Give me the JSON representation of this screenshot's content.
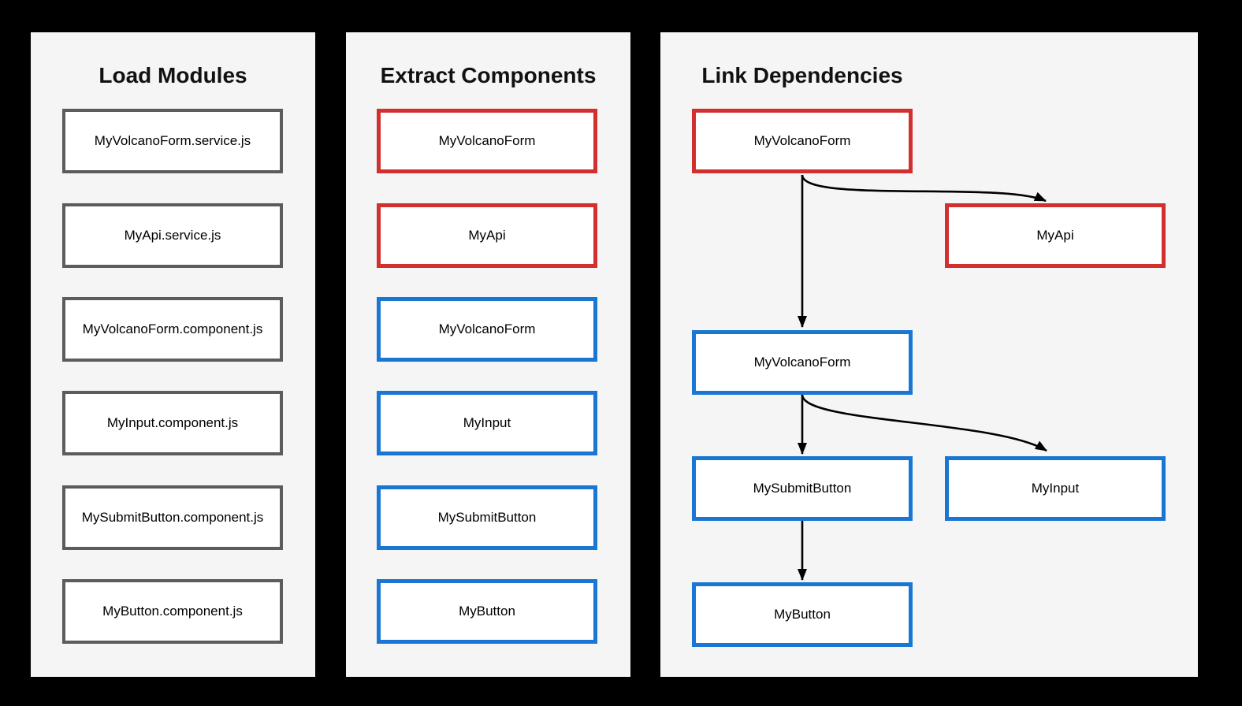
{
  "diagram": {
    "background": "#000000",
    "panel_background": "#f5f5f5",
    "colors": {
      "module_border": "#5c5c5c",
      "service_border": "#d32f2f",
      "component_border": "#1976d2",
      "node_background": "#ffffff",
      "arrow": "#000000",
      "text": "#000000",
      "title_text": "#111111"
    }
  },
  "panels": [
    {
      "title": "Load Modules",
      "nodes": [
        {
          "label": "MyVolcanoForm.service.js",
          "type": "module-file"
        },
        {
          "label": "MyApi.service.js",
          "type": "module-file"
        },
        {
          "label": "MyVolcanoForm.component.js",
          "type": "module-file"
        },
        {
          "label": "MyInput.component.js",
          "type": "module-file"
        },
        {
          "label": "MySubmitButton.component.js",
          "type": "module-file"
        },
        {
          "label": "MyButton.component.js",
          "type": "module-file"
        }
      ]
    },
    {
      "title": "Extract Components",
      "nodes": [
        {
          "label": "MyVolcanoForm",
          "type": "service"
        },
        {
          "label": "MyApi",
          "type": "service"
        },
        {
          "label": "MyVolcanoForm",
          "type": "component"
        },
        {
          "label": "MyInput",
          "type": "component"
        },
        {
          "label": "MySubmitButton",
          "type": "component"
        },
        {
          "label": "MyButton",
          "type": "component"
        }
      ]
    },
    {
      "title": "Link Dependencies",
      "nodes": [
        {
          "id": "myvolcanoform-service",
          "label": "MyVolcanoForm",
          "type": "service"
        },
        {
          "id": "myapi-service",
          "label": "MyApi",
          "type": "service"
        },
        {
          "id": "myvolcanoform-component",
          "label": "MyVolcanoForm",
          "type": "component"
        },
        {
          "id": "mysubmitbutton-component",
          "label": "MySubmitButton",
          "type": "component"
        },
        {
          "id": "myinput-component",
          "label": "MyInput",
          "type": "component"
        },
        {
          "id": "mybutton-component",
          "label": "MyButton",
          "type": "component"
        }
      ],
      "edges": [
        {
          "from": "myvolcanoform-service",
          "to": "myapi-service"
        },
        {
          "from": "myvolcanoform-service",
          "to": "myvolcanoform-component"
        },
        {
          "from": "myvolcanoform-component",
          "to": "mysubmitbutton-component"
        },
        {
          "from": "myvolcanoform-component",
          "to": "myinput-component"
        },
        {
          "from": "mysubmitbutton-component",
          "to": "mybutton-component"
        }
      ]
    }
  ]
}
